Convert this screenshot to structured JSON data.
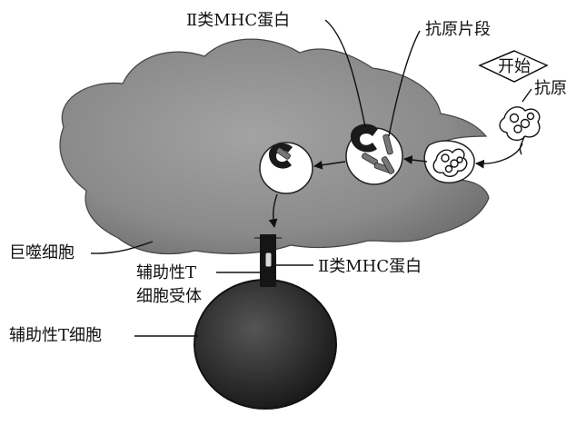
{
  "labels": {
    "mhc_top": "Ⅱ类MHC蛋白",
    "antigen_fragment": "抗原片段",
    "start": "开始",
    "antigen": "抗原",
    "macrophage": "巨噬细胞",
    "receptor_line1": "辅助性T",
    "receptor_line2": "细胞受体",
    "mhc_bottom": "Ⅱ类MHC蛋白",
    "helper_t_cell": "辅助性T细胞"
  },
  "colors": {
    "macrophage_fill": "#8a8a8a",
    "t_cell_fill": "#2e2e2e",
    "ink": "#111111",
    "vesicle_fill": "#ffffff"
  },
  "icons": {
    "start_box": "diamond-shape",
    "antigen": "tangled-coil-icon",
    "mhc": "mhc-protein-icon",
    "receptor": "t-cell-receptor-icon"
  }
}
